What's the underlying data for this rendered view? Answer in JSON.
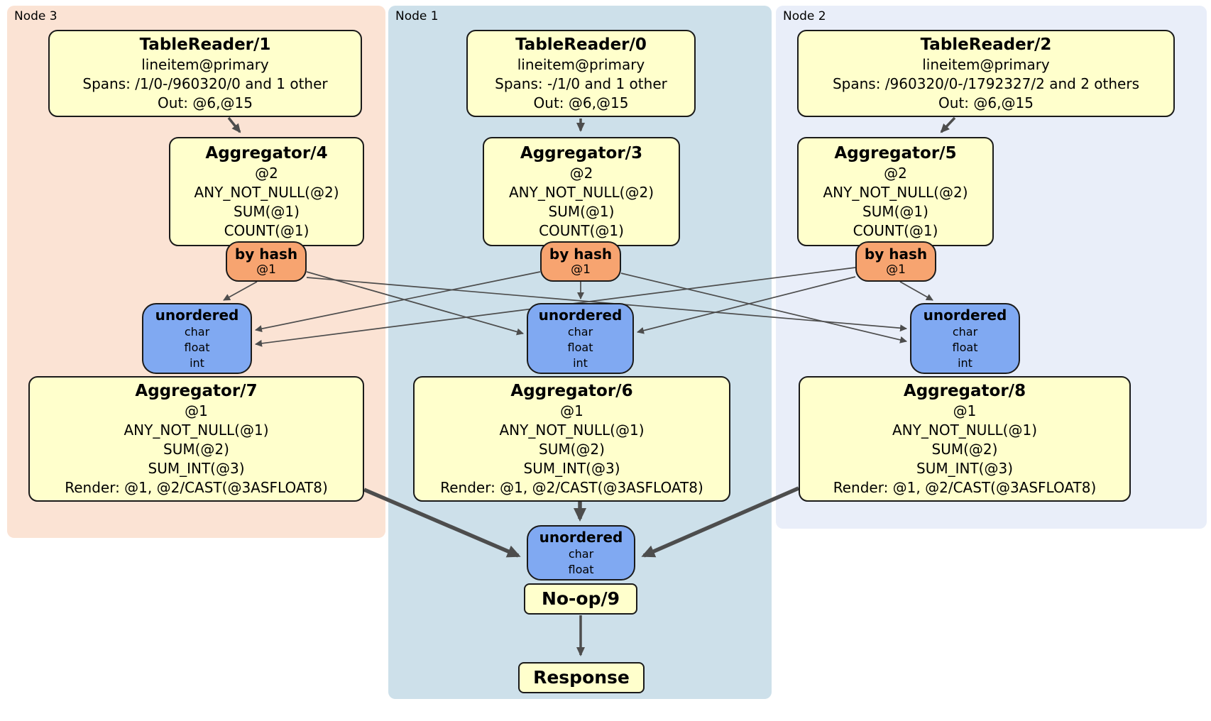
{
  "colors": {
    "page_bg": "#ffffff",
    "node3_bg": "#fbe3d4",
    "node1_bg": "#cde0ea",
    "node2_bg": "#e9eef9",
    "processor_bg": "#ffffcc",
    "router_bg": "#f7a470",
    "sync_bg": "#80a9f2",
    "box_border": "#1a1a1a",
    "edge_color": "#4d4d4d"
  },
  "node3": {
    "label": "Node 3",
    "table_reader": {
      "title": "TableReader/1",
      "index": "lineitem@primary",
      "spans": "Spans: /1/0-/960320/0 and 1 other",
      "out": "Out: @6,@15"
    },
    "aggregator_top": {
      "title": "Aggregator/4",
      "group_by": "@2",
      "fns": [
        "ANY_NOT_NULL(@2)",
        "SUM(@1)",
        "COUNT(@1)"
      ]
    },
    "router": {
      "title": "by hash",
      "detail": "@1"
    },
    "sync": {
      "title": "unordered",
      "columns": [
        "char",
        "float",
        "int"
      ]
    },
    "aggregator_final": {
      "title": "Aggregator/7",
      "group_by": "@1",
      "fns": [
        "ANY_NOT_NULL(@1)",
        "SUM(@2)",
        "SUM_INT(@3)"
      ],
      "render": "Render: @1, @2/CAST(@3ASFLOAT8)"
    }
  },
  "node1": {
    "label": "Node 1",
    "table_reader": {
      "title": "TableReader/0",
      "index": "lineitem@primary",
      "spans": "Spans: -/1/0 and 1 other",
      "out": "Out: @6,@15"
    },
    "aggregator_top": {
      "title": "Aggregator/3",
      "group_by": "@2",
      "fns": [
        "ANY_NOT_NULL(@2)",
        "SUM(@1)",
        "COUNT(@1)"
      ]
    },
    "router": {
      "title": "by hash",
      "detail": "@1"
    },
    "sync": {
      "title": "unordered",
      "columns": [
        "char",
        "float",
        "int"
      ]
    },
    "aggregator_final": {
      "title": "Aggregator/6",
      "group_by": "@1",
      "fns": [
        "ANY_NOT_NULL(@1)",
        "SUM(@2)",
        "SUM_INT(@3)"
      ],
      "render": "Render: @1, @2/CAST(@3ASFLOAT8)"
    }
  },
  "node2": {
    "label": "Node 2",
    "table_reader": {
      "title": "TableReader/2",
      "index": "lineitem@primary",
      "spans": "Spans: /960320/0-/1792327/2 and 2 others",
      "out": "Out: @6,@15"
    },
    "aggregator_top": {
      "title": "Aggregator/5",
      "group_by": "@2",
      "fns": [
        "ANY_NOT_NULL(@2)",
        "SUM(@1)",
        "COUNT(@1)"
      ]
    },
    "router": {
      "title": "by hash",
      "detail": "@1"
    },
    "sync": {
      "title": "unordered",
      "columns": [
        "char",
        "float",
        "int"
      ]
    },
    "aggregator_final": {
      "title": "Aggregator/8",
      "group_by": "@1",
      "fns": [
        "ANY_NOT_NULL(@1)",
        "SUM(@2)",
        "SUM_INT(@3)"
      ],
      "render": "Render: @1, @2/CAST(@3ASFLOAT8)"
    }
  },
  "output": {
    "sync": {
      "title": "unordered",
      "columns": [
        "char",
        "float"
      ]
    },
    "noop": {
      "title": "No-op/9"
    },
    "response": {
      "title": "Response"
    }
  }
}
